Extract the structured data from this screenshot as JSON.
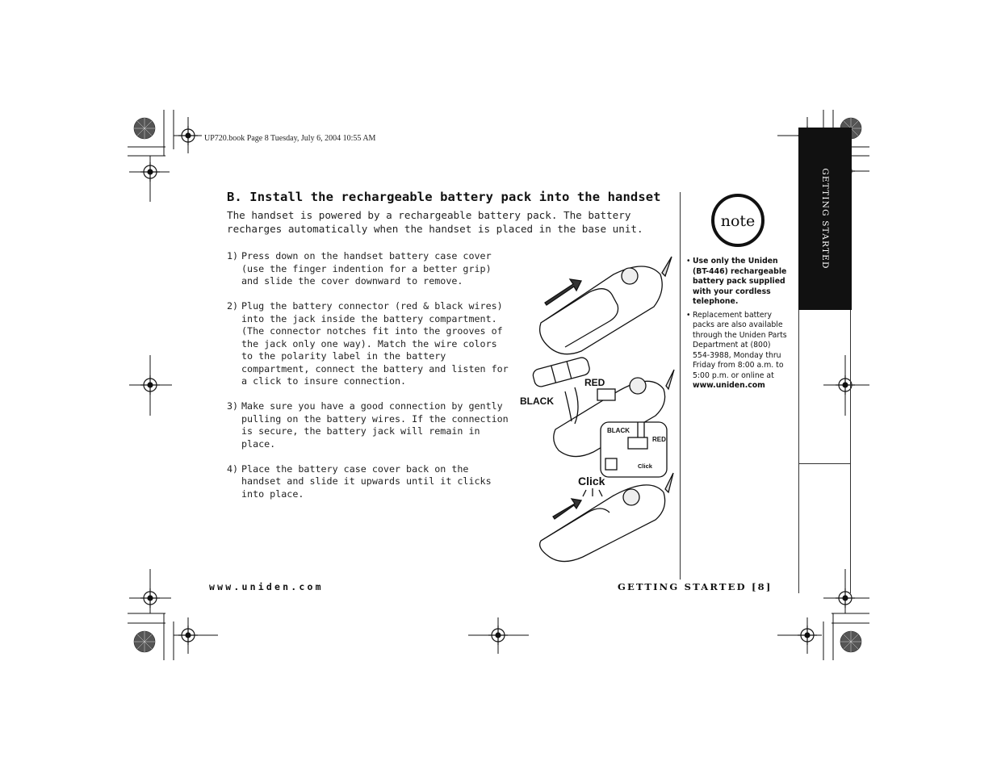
{
  "slug": "UP720.book  Page 8  Tuesday, July 6, 2004  10:55 AM",
  "section": {
    "heading": "B. Install the rechargeable battery pack into the handset",
    "intro": "The handset is powered by a rechargeable battery pack. The battery recharges automatically when the handset is placed in the base unit."
  },
  "steps": [
    {
      "num": "1)",
      "text": "Press down on the handset battery case cover (use the finger indention for a better grip) and slide the cover downward to remove."
    },
    {
      "num": "2)",
      "text": "Plug the battery connector (red & black wires) into the jack inside the battery compartment. (The connector notches fit into the grooves of the jack only one way). Match the wire colors to the polarity label in the battery compartment, connect the battery and listen for a click to insure connection."
    },
    {
      "num": "3)",
      "text": "Make sure you have a good connection by gently pulling on the battery wires. If the connection is secure, the battery jack will remain in place."
    },
    {
      "num": "4)",
      "text": "Place the battery case cover back on the handset and slide it upwards until it clicks into place."
    }
  ],
  "illustration": {
    "label_red": "RED",
    "label_black": "BLACK",
    "inset_black": "BLACK",
    "inset_red": "RED",
    "inset_click": "Click",
    "click": "Click"
  },
  "note": {
    "badge": "note",
    "items": [
      {
        "bullet": "•",
        "text": "Use only the Uniden (BT-446) rechargeable battery pack supplied with your cordless telephone.",
        "bold": true
      },
      {
        "bullet": "•",
        "text": "Replacement battery packs are also available through the Uniden Parts Department at (800) 554-3988, Monday thru Friday from 8:00 a.m. to 5:00 p.m. or online at",
        "link": "www.uniden.com"
      }
    ]
  },
  "side_tab": "GETTING STARTED",
  "footer": {
    "left": "www.uniden.com",
    "right": "GETTING STARTED [8]"
  }
}
